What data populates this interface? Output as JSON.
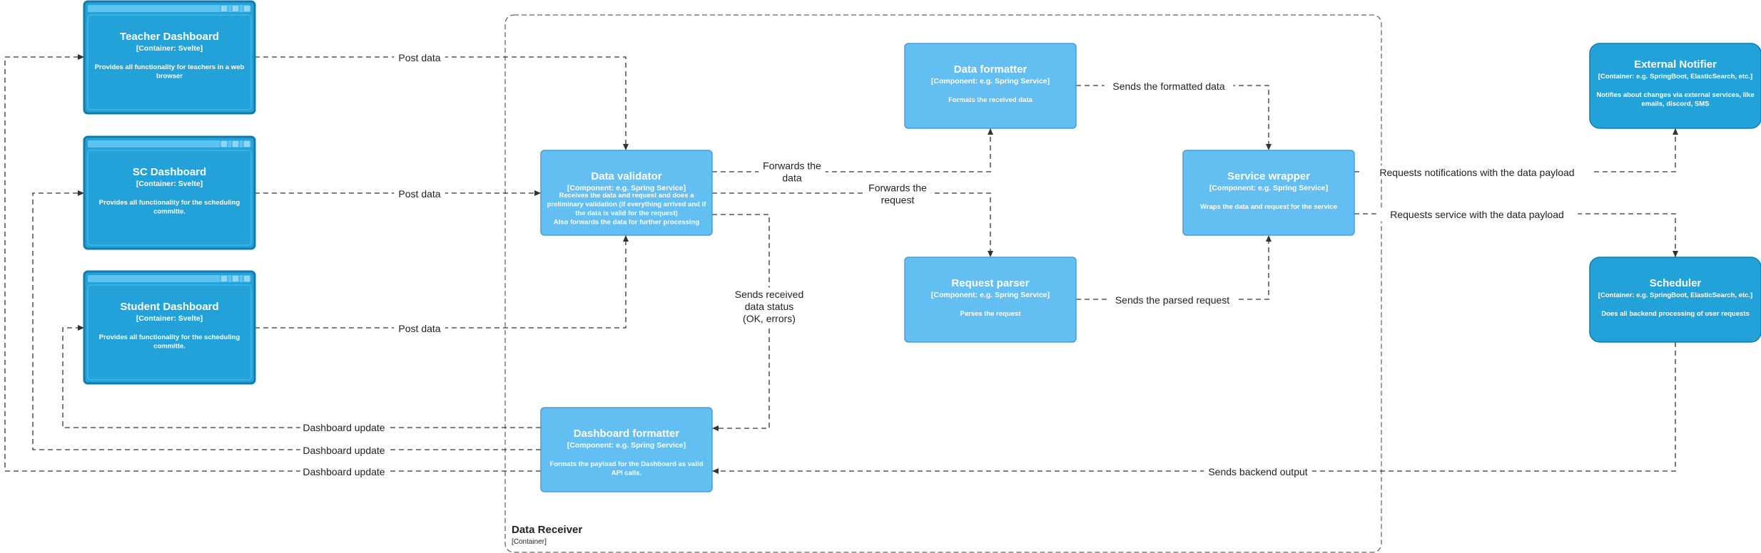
{
  "colors": {
    "container_fill": "#23a2d9",
    "container_stroke": "#0e7dad",
    "component_fill": "#63bef2",
    "component_stroke": "#4d9ad7",
    "edge": "#333333",
    "boundary": "#666666"
  },
  "boundary": {
    "title": "Data Receiver",
    "subtitle": "[Container]"
  },
  "nodes": {
    "teacher_dashboard": {
      "title": "Teacher Dashboard",
      "tech": "[Container: Svelte]",
      "desc": [
        "Provides all functionality for teachers in a web",
        "browser"
      ]
    },
    "sc_dashboard": {
      "title": "SC Dashboard",
      "tech": "[Container: Svelte]",
      "desc": [
        "Provides all functionality for the scheduling",
        "committe."
      ]
    },
    "student_dashboard": {
      "title": "Student Dashboard",
      "tech": "[Container: Svelte]",
      "desc": [
        "Provides all functionality for the scheduling",
        "committe."
      ]
    },
    "data_validator": {
      "title": "Data validator",
      "tech": "[Component: e.g. Spring Service]",
      "desc": [
        "Receives the data and request and does a",
        "preliminary validation (if everything arrived and if",
        "the data is valid for the request)",
        "Also forwards the data for further processing"
      ]
    },
    "dashboard_formatter": {
      "title": "Dashboard formatter",
      "tech": "[Component: e.g. Spring Service]",
      "desc": [
        "Formats the payload for the Dashboard as valid",
        "API calls."
      ]
    },
    "data_formatter": {
      "title": "Data formatter",
      "tech": "[Component: e.g. Spring Service]",
      "desc": [
        "Formats the received data"
      ]
    },
    "request_parser": {
      "title": "Request parser",
      "tech": "[Component: e.g. Spring Service]",
      "desc": [
        "Parses the request"
      ]
    },
    "service_wrapper": {
      "title": "Service wrapper",
      "tech": "[Component: e.g. Spring Service]",
      "desc": [
        "Wraps the data and request for the service"
      ]
    },
    "external_notifier": {
      "title": "External Notifier",
      "tech": "[Container: e.g. SpringBoot, ElasticSearch, etc.]",
      "desc": [
        "Notifies about changes via external services, like",
        "emails, discord, SMS"
      ]
    },
    "scheduler": {
      "title": "Scheduler",
      "tech": "[Container: e.g. SpringBoot, ElasticSearch, etc.]",
      "desc": [
        "Does all backend processing of user requests"
      ]
    }
  },
  "edges": [
    {
      "id": "teacher-post",
      "from": "teacher_dashboard",
      "to": "data_validator",
      "label": [
        "Post data"
      ]
    },
    {
      "id": "sc-post",
      "from": "sc_dashboard",
      "to": "data_validator",
      "label": [
        "Post data"
      ]
    },
    {
      "id": "student-post",
      "from": "student_dashboard",
      "to": "data_validator",
      "label": [
        "Post data"
      ]
    },
    {
      "id": "validator-to-formatter",
      "from": "data_validator",
      "to": "data_formatter",
      "label": [
        "Forwards the",
        "data"
      ]
    },
    {
      "id": "validator-to-parser",
      "from": "data_validator",
      "to": "request_parser",
      "label": [
        "Forwards the",
        "request"
      ]
    },
    {
      "id": "validator-status",
      "from": "data_validator",
      "to": "dashboard_formatter",
      "label": [
        "Sends received",
        "data status",
        "(OK, errors)"
      ]
    },
    {
      "id": "formatter-to-wrapper",
      "from": "data_formatter",
      "to": "service_wrapper",
      "label": [
        "Sends the formatted data"
      ]
    },
    {
      "id": "parser-to-wrapper",
      "from": "request_parser",
      "to": "service_wrapper",
      "label": [
        "Sends the parsed request"
      ]
    },
    {
      "id": "wrapper-to-notifier",
      "from": "service_wrapper",
      "to": "external_notifier",
      "label": [
        "Requests notifications with the data payload"
      ]
    },
    {
      "id": "wrapper-to-scheduler",
      "from": "service_wrapper",
      "to": "scheduler",
      "label": [
        "Requests service with the data payload"
      ]
    },
    {
      "id": "scheduler-output",
      "from": "scheduler",
      "to": "dashboard_formatter",
      "label": [
        "Sends backend output"
      ]
    },
    {
      "id": "update-student",
      "from": "dashboard_formatter",
      "to": "student_dashboard",
      "label": [
        "Dashboard update"
      ]
    },
    {
      "id": "update-sc",
      "from": "dashboard_formatter",
      "to": "sc_dashboard",
      "label": [
        "Dashboard update"
      ]
    },
    {
      "id": "update-teacher",
      "from": "dashboard_formatter",
      "to": "teacher_dashboard",
      "label": [
        "Dashboard update"
      ]
    }
  ]
}
